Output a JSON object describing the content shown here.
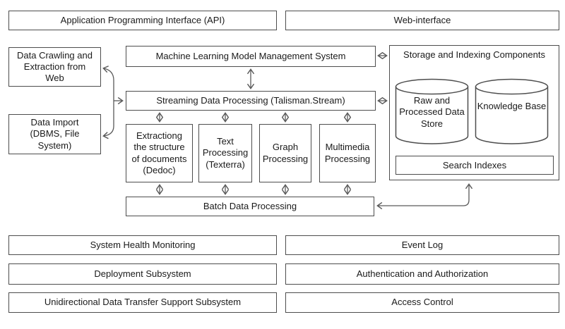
{
  "top_row": {
    "api_label": "Application Programming Interface (API)",
    "web_label": "Web-interface"
  },
  "sources": {
    "crawling_label": "Data Crawling and Extraction from Web",
    "import_label": "Data Import (DBMS, File System)"
  },
  "core": {
    "ml_label": "Machine Learning Model Management System",
    "streaming_label": "Streaming Data Processing (Talisman.Stream)",
    "batch_label": "Batch Data Processing"
  },
  "processors": [
    {
      "label": "Extractiong the structure of documents (Dedoc)"
    },
    {
      "label": "Text Processing (Texterra)"
    },
    {
      "label": "Graph Processing"
    },
    {
      "label": "Multimedia Processing"
    }
  ],
  "storage": {
    "title": "Storage and Indexing Components",
    "raw_store_label": "Raw and Processed Data Store",
    "knowledge_base_label": "Knowledge Base",
    "search_indexes_label": "Search Indexes"
  },
  "bottom_left": [
    "System Health Monitoring",
    "Deployment Subsystem",
    "Unidirectional Data Transfer Support Subsystem"
  ],
  "bottom_right": [
    "Event Log",
    "Authentication and Authorization",
    "Access Control"
  ],
  "colors": {
    "background": "#ffffff",
    "box_border": "#4d4d4d",
    "connector_line": "#595959",
    "text": "#1a1a1a"
  }
}
